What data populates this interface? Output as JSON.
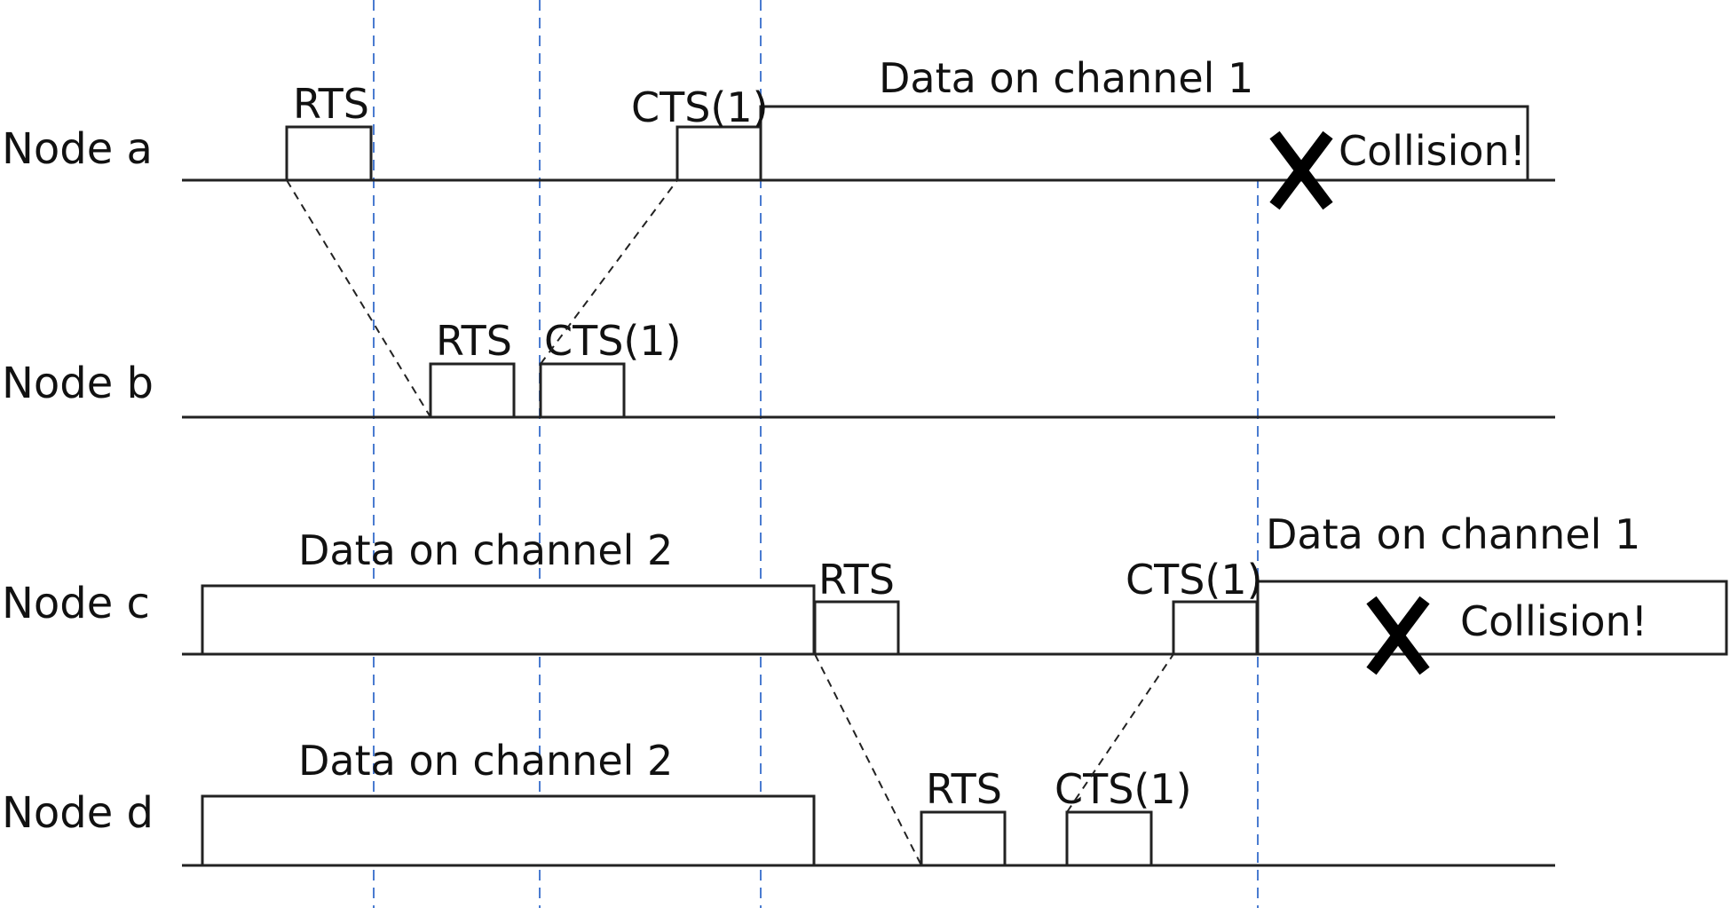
{
  "nodes": {
    "a": {
      "label": "Node a"
    },
    "b": {
      "label": "Node b"
    },
    "c": {
      "label": "Node c"
    },
    "d": {
      "label": "Node d"
    }
  },
  "frames": {
    "a_rts": "RTS",
    "a_cts": "CTS(1)",
    "a_data": "Data on channel 1",
    "a_collision": "Collision!",
    "b_rts": "RTS",
    "b_cts": "CTS(1)",
    "c_data": "Data on channel 2",
    "c_rts": "RTS",
    "c_cts": "CTS(1)",
    "c_data2": "Data on channel 1",
    "c_collision": "Collision!",
    "d_data": "Data on channel 2",
    "d_rts": "RTS",
    "d_cts": "CTS(1)"
  },
  "colors": {
    "guide_lines": "#4a7bd0",
    "lines": "#222222",
    "collision_mark": "#000000"
  }
}
